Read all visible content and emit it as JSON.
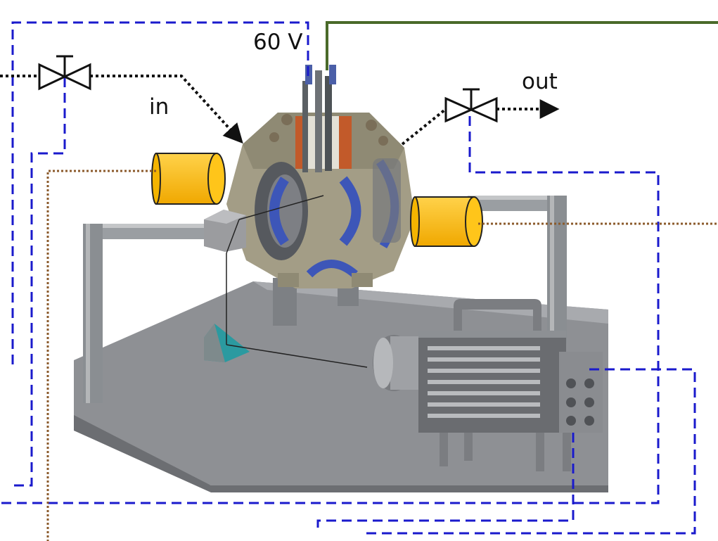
{
  "labels": {
    "voltage": "60 V",
    "inlet": "in",
    "outlet": "out"
  },
  "colors": {
    "vacuum_line": "#1a1acc",
    "gas_line": "#111111",
    "signal_line": "#8b5a2b",
    "power_line": "#4a6a2a",
    "coil": "#ffbe00",
    "table": "#8e9094",
    "chamber": "#a39d86"
  }
}
